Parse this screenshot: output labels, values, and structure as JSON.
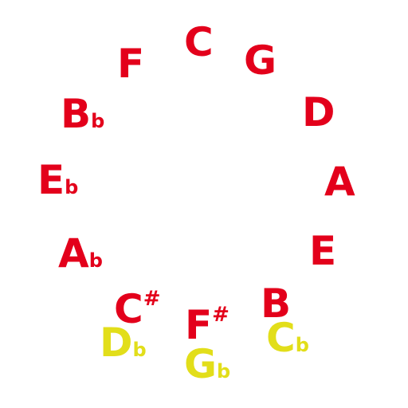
{
  "colors": {
    "primary": "#e3001b",
    "enharmonic": "#e2de1a",
    "background": "#ffffff"
  },
  "notes": [
    {
      "id": "c",
      "letter": "C",
      "accidental": "",
      "color": "primary"
    },
    {
      "id": "g",
      "letter": "G",
      "accidental": "",
      "color": "primary"
    },
    {
      "id": "d",
      "letter": "D",
      "accidental": "",
      "color": "primary"
    },
    {
      "id": "a",
      "letter": "A",
      "accidental": "",
      "color": "primary"
    },
    {
      "id": "e",
      "letter": "E",
      "accidental": "",
      "color": "primary"
    },
    {
      "id": "b",
      "letter": "B",
      "accidental": "",
      "color": "primary"
    },
    {
      "id": "c-flat",
      "letter": "C",
      "accidental": "b",
      "color": "enharmonic"
    },
    {
      "id": "f-sharp",
      "letter": "F",
      "accidental": "#",
      "color": "primary"
    },
    {
      "id": "g-flat",
      "letter": "G",
      "accidental": "b",
      "color": "enharmonic"
    },
    {
      "id": "c-sharp",
      "letter": "C",
      "accidental": "#",
      "color": "primary"
    },
    {
      "id": "d-flat",
      "letter": "D",
      "accidental": "b",
      "color": "enharmonic"
    },
    {
      "id": "a-flat",
      "letter": "A",
      "accidental": "b",
      "color": "primary"
    },
    {
      "id": "e-flat",
      "letter": "E",
      "accidental": "b",
      "color": "primary"
    },
    {
      "id": "b-flat",
      "letter": "B",
      "accidental": "b",
      "color": "primary"
    },
    {
      "id": "f",
      "letter": "F",
      "accidental": "",
      "color": "primary"
    }
  ]
}
